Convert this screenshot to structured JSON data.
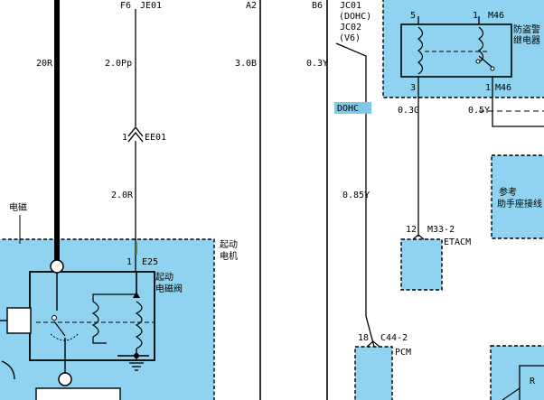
{
  "colors": {
    "component_fill": "#8fd3f0",
    "dohc_tag_fill": "#7ec8ea",
    "wire": "#000000"
  },
  "labels": {
    "f6": "F6",
    "je01": "JE01",
    "a2": "A2",
    "b6": "B6",
    "jc01": "JC01",
    "dohc_paren": "(DOHC)",
    "jc02": "JC02",
    "v6_paren": "(V6)",
    "relay_name_1": "防盗警",
    "relay_name_2": "继电器",
    "pin5": "5",
    "pin1_top": "1",
    "m46_top": "M46",
    "pin3": "3",
    "pin1_bottom": "1",
    "m46_bottom": "M46",
    "wire_20r": "20R",
    "wire_2_0pp": "2.0Pp",
    "wire_3_0b": "3.0B",
    "wire_0_3y": "0.3Y",
    "dohc_tag": "DOHC",
    "wire_0_3g": "0.3G",
    "wire_0_5y": "0.5Y",
    "ee01_pin": "1",
    "ee01": "EE01",
    "wire_2_0r": "2.0R",
    "wire_0_85y": "0.85Y",
    "ref_1": "参考",
    "ref_2": "助手座接线",
    "solenoid_left": "电磁",
    "pin12": "12",
    "m33_2": "M33-2",
    "etacm": "ETACM",
    "starter_1": "起动",
    "starter_2": "电机",
    "e25_pin": "1",
    "e25": "E25",
    "start_solenoid_1": "起动",
    "start_solenoid_2": "电磁阀",
    "pin18": "18",
    "c44_2": "C44-2",
    "pcm": "PCM",
    "r_label": "R"
  }
}
